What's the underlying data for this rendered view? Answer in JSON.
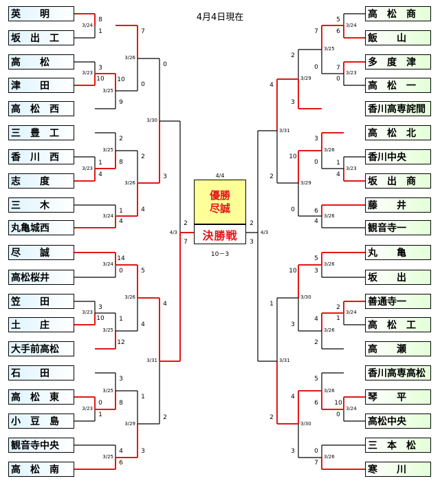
{
  "header": {
    "as_of": "4月4日現在"
  },
  "center": {
    "date": "4/4",
    "champion_label": "優勝",
    "champion_name": "尽誠",
    "final_label": "決勝戦",
    "final_score": "10－3",
    "final_date": "4/3",
    "left_score_top": "2",
    "left_score_bottom": "7",
    "right_score_top": "2",
    "right_score_bottom": "3"
  },
  "left_teams": [
    "英　　明",
    "坂　出　工",
    "高　　松",
    "津　　田",
    "高　松　西",
    "三　豊　工",
    "香　川　西",
    "志　　度",
    "三　　木",
    "丸亀城西",
    "尽　　誠",
    "高松桜井",
    "笠　　田",
    "土　　庄",
    "大手前高松",
    "石　　田",
    "高　松　東",
    "小　豆　島",
    "観音寺中央",
    "高　松　南"
  ],
  "right_teams": [
    "高　松　商",
    "飯　　山",
    "多　度　津",
    "高　松　一",
    "香川高専詫間",
    "高　松　北",
    "香川中央",
    "坂　出　商",
    "藤　　井",
    "観音寺一",
    "丸　　亀",
    "坂　　出",
    "善通寺一",
    "高　松　工",
    "高　　瀬",
    "香川高専高松",
    "琴　　平",
    "高松中央",
    "三　本　松",
    "寒　　川"
  ],
  "colors": {
    "winner_line": "#e31515",
    "line": "#000000",
    "champion_bg": "#ffff99",
    "champion_text": "#e31515"
  },
  "matches": {
    "L_r1a": {
      "date": "3/24",
      "s_top": "8",
      "s_bot": "1",
      "winner": "top"
    },
    "L_r1b": {
      "date": "3/23",
      "s_top": "3",
      "s_bot": "10",
      "winner": "bot"
    },
    "L_r2a": {
      "date": "3/25",
      "s_top": "10",
      "s_bot": "9",
      "winner": "top"
    },
    "L_r3a": {
      "date": "3/26",
      "s_top": "7",
      "s_bot": "0",
      "winner": "top"
    },
    "L_r1c": {
      "date": "3/23",
      "s_top": "1",
      "s_bot": "4",
      "winner": "bot"
    },
    "L_r2b": {
      "date": "3/25",
      "s_top": "2",
      "s_bot": "8",
      "winner": "bot"
    },
    "L_r1d": {
      "date": "3/24",
      "s_top": "1",
      "s_bot": "4",
      "winner": "bot"
    },
    "L_r3b": {
      "date": "3/26",
      "s_top": "2",
      "s_bot": "4",
      "winner": "bot"
    },
    "L_qf1": {
      "date": "3/30",
      "s_top": "0",
      "s_bot": "3",
      "winner": "bot"
    },
    "L_r1e": {
      "date": "3/24",
      "s_top": "14",
      "s_bot": "0",
      "winner": "top"
    },
    "L_r1f": {
      "date": "3/23",
      "s_top": "3",
      "s_bot": "10",
      "winner": "bot"
    },
    "L_r2c": {
      "date": "3/25",
      "s_top": "1",
      "s_bot": "12",
      "winner": "bot"
    },
    "L_r3c": {
      "date": "3/26",
      "s_top": "5",
      "s_bot": "4",
      "winner": "top"
    },
    "L_r1g": {
      "date": "3/23",
      "s_top": "0",
      "s_bot": "1",
      "winner": "top"
    },
    "L_r2d": {
      "date": "3/25",
      "s_top": "3",
      "s_bot": "8",
      "winner": "bot"
    },
    "L_r1h": {
      "date": "3/25",
      "s_top": "4",
      "s_bot": "6",
      "winner": "bot"
    },
    "L_r3d": {
      "date": "3/29",
      "s_top": "1",
      "s_bot": "3",
      "winner": "bot"
    },
    "L_qf2": {
      "date": "3/31",
      "s_top": "4",
      "s_bot": "2",
      "winner": "top"
    },
    "R_r1a": {
      "date": "3/24",
      "s_top": "5",
      "s_bot": "6",
      "winner": "bot"
    },
    "R_r1b": {
      "date": "3/23",
      "s_top": "7",
      "s_bot": "0",
      "winner": "top"
    },
    "R_r2a": {
      "date": "3/25",
      "s_top": "7",
      "s_bot": "0",
      "winner": "top"
    },
    "R_r3a": {
      "date": "3/29",
      "s_top": "2",
      "s_bot": "3",
      "winner": "bot"
    },
    "R_r1c": {
      "date": "3/23",
      "s_top": "1",
      "s_bot": "4",
      "winner": "bot"
    },
    "R_r2b": {
      "date": "3/26",
      "s_top": "3",
      "s_bot": "0",
      "winner": "top"
    },
    "R_r1d": {
      "date": "3/26",
      "s_top": "6",
      "s_bot": "4",
      "winner": "top"
    },
    "R_r3b": {
      "date": "3/29",
      "s_top": "10",
      "s_bot": "0",
      "winner": "top"
    },
    "R_qf1": {
      "date": "3/31",
      "s_top": "4",
      "s_bot": "2",
      "winner": "top"
    },
    "R_r1e": {
      "date": "3/26",
      "s_top": "5",
      "s_bot": "3",
      "winner": "top"
    },
    "R_r1f": {
      "date": "3/24",
      "s_top": "2",
      "s_bot": "1",
      "winner": "top"
    },
    "R_r2c": {
      "date": "3/26",
      "s_top": "4",
      "s_bot": "2",
      "winner": "top"
    },
    "R_r3c": {
      "date": "3/30",
      "s_top": "10",
      "s_bot": "3",
      "winner": "top"
    },
    "R_r1g": {
      "date": "3/24",
      "s_top": "10",
      "s_bot": "0",
      "winner": "top"
    },
    "R_r2d": {
      "date": "3/26",
      "s_top": "5",
      "s_bot": "6",
      "winner": "bot"
    },
    "R_r1h": {
      "date": "3/26",
      "s_top": "0",
      "s_bot": "7",
      "winner": "bot"
    },
    "R_r3d": {
      "date": "3/30",
      "s_top": "4",
      "s_bot": "3",
      "winner": "top"
    },
    "R_qf2": {
      "date": "3/31",
      "s_top": "1",
      "s_bot": "2",
      "winner": "bot"
    }
  }
}
